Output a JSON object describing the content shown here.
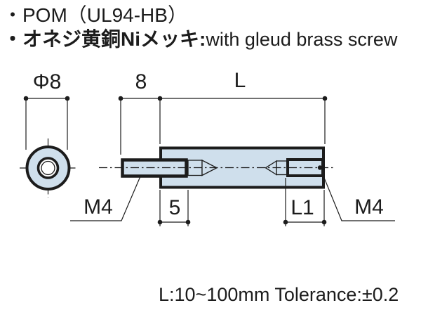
{
  "specs": {
    "material": "・POM（UL94-HB）",
    "plating_jp": "・オネジ黄銅Niメッキ:",
    "plating_en": "with gleud brass screw"
  },
  "drawing": {
    "labels": {
      "outer_diameter": "Φ8",
      "stud_length": "8",
      "body_length": "L",
      "stud_thread": "M4",
      "thread_engagement": "5",
      "tap_depth": "L1",
      "tap_thread": "M4"
    },
    "colors": {
      "line": "#1c1c1c",
      "part_fill": "#cfdfec"
    }
  },
  "footer": {
    "note": "L:10~100mm Tolerance:±0.2"
  }
}
